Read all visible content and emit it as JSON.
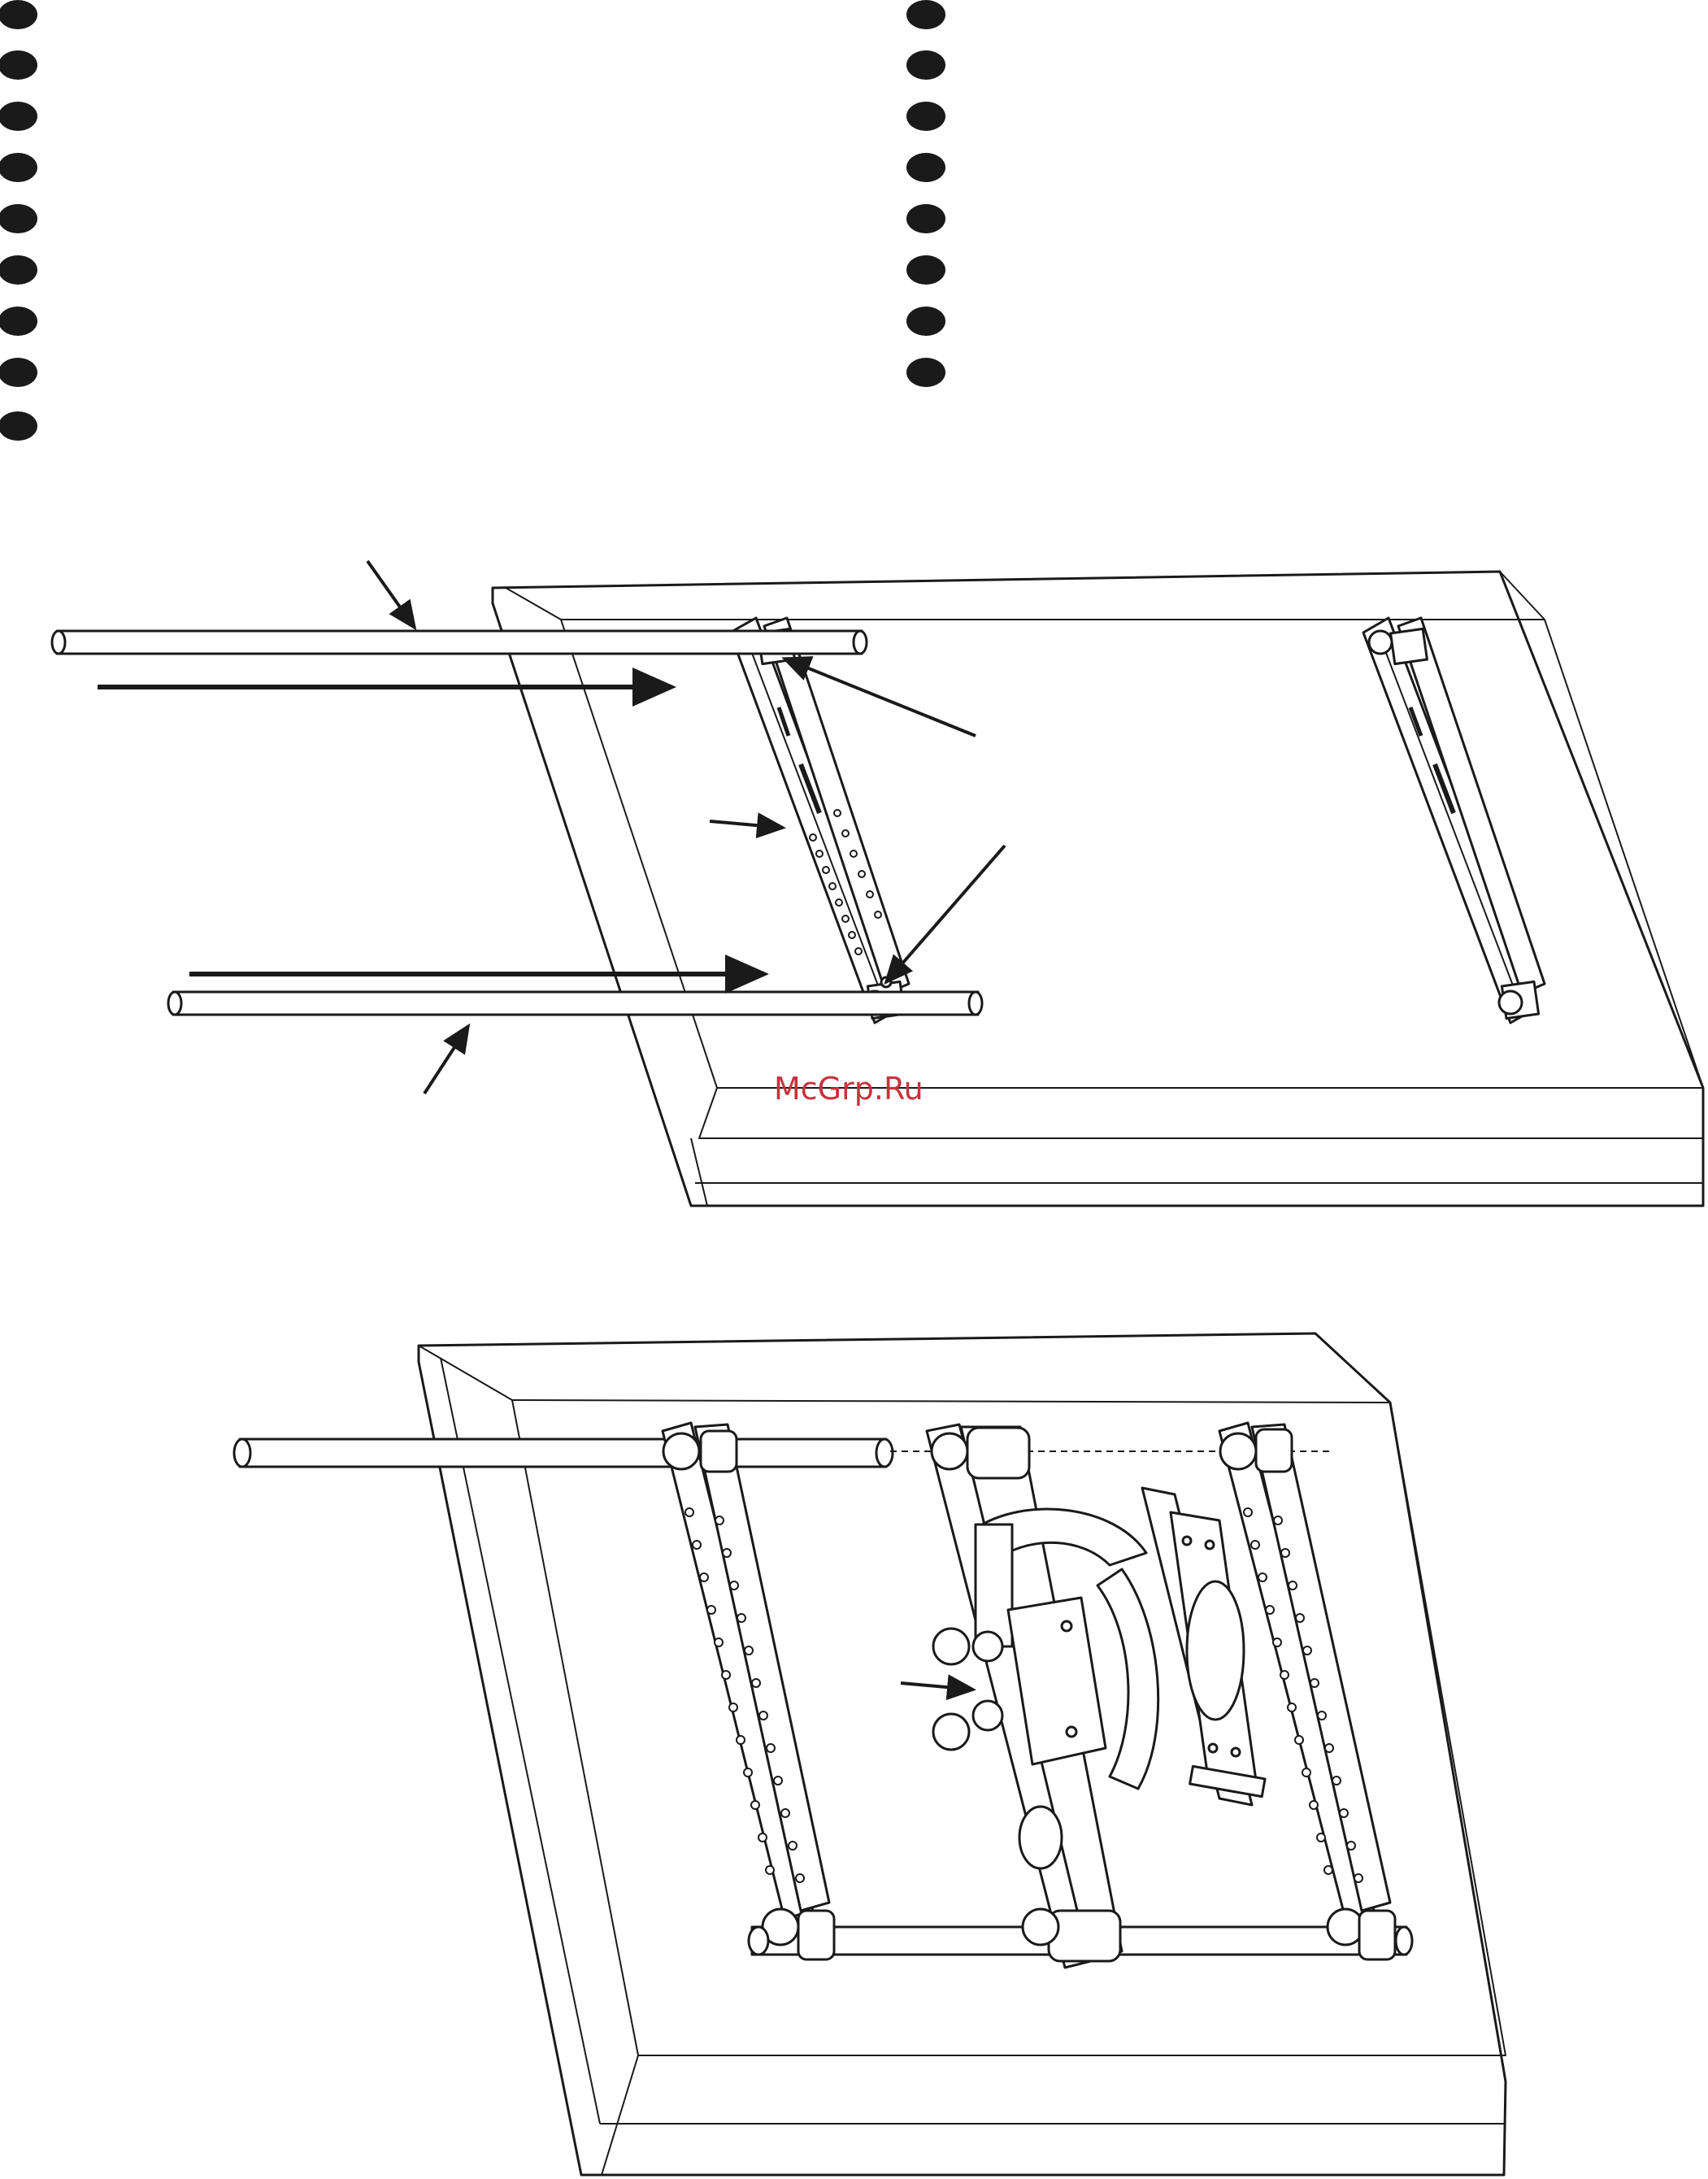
{
  "watermark": {
    "text": "McGrp.Ru",
    "color": "#c8323c"
  },
  "colors": {
    "ink": "#1a1a1a",
    "paper": "#ffffff"
  },
  "bullets": {
    "left_column_count": 9,
    "right_column_count": 8
  },
  "figures": [
    {
      "id": "figure-1",
      "description_visible": false
    },
    {
      "id": "figure-2",
      "description_visible": false
    }
  ]
}
